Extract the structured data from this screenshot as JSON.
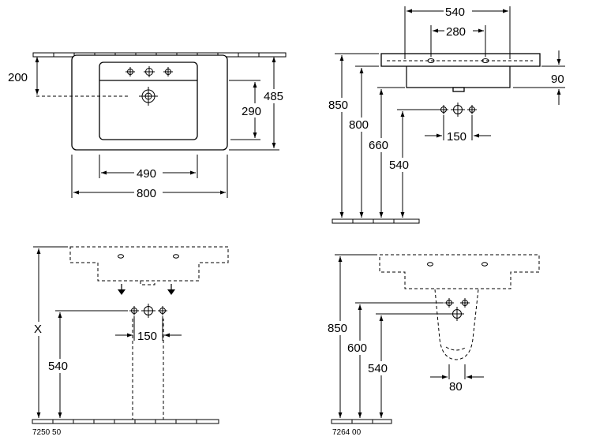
{
  "top_left": {
    "dim_200": "200",
    "dim_290": "290",
    "dim_485": "485",
    "dim_490": "490",
    "dim_800": "800"
  },
  "top_right": {
    "dim_540_top": "540",
    "dim_280": "280",
    "dim_90": "90",
    "dim_850": "850",
    "dim_800": "800",
    "dim_660": "660",
    "dim_540": "540",
    "dim_150": "150"
  },
  "bottom_left": {
    "dim_x": "X",
    "dim_540": "540",
    "dim_150": "150",
    "code": "7250 50"
  },
  "bottom_right": {
    "dim_850": "850",
    "dim_600": "600",
    "dim_540": "540",
    "dim_80": "80",
    "code": "7264 00"
  }
}
